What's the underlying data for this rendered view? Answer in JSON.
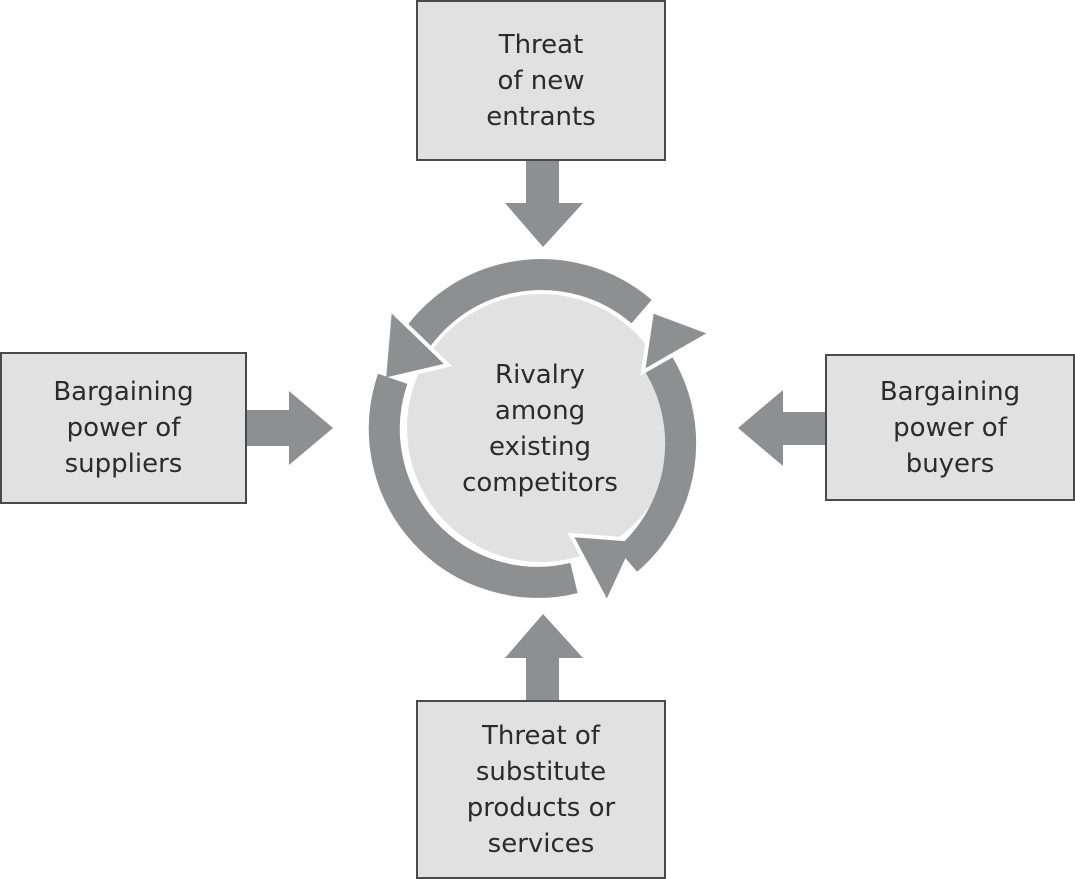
{
  "diagram": {
    "center": {
      "lines": [
        "Rivalry",
        "among",
        "existing",
        "competitors"
      ]
    },
    "forces": {
      "top": {
        "lines": [
          "Threat",
          "of new",
          "entrants"
        ]
      },
      "left": {
        "lines": [
          "Bargaining",
          "power of",
          "suppliers"
        ]
      },
      "right": {
        "lines": [
          "Bargaining",
          "power of",
          "buyers"
        ]
      },
      "bottom": {
        "lines": [
          "Threat of",
          "substitute",
          "products or",
          "services"
        ]
      }
    },
    "colors": {
      "box_fill": "#e1e1e2",
      "box_border": "#4a4a4a",
      "arrow_gray": "#8e8f91",
      "inner_circle": "#e1e1e2",
      "text": "#2b2b2b"
    }
  }
}
